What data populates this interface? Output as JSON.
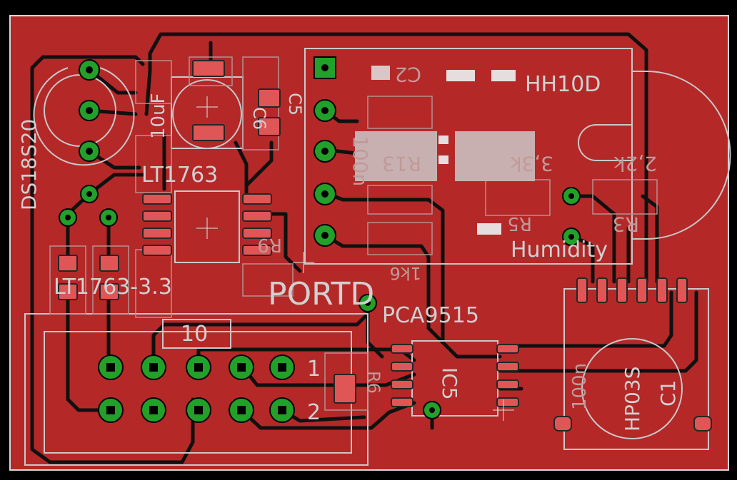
{
  "board": {
    "colors": {
      "background": "#000000",
      "copper_top": "#b42828",
      "silkscreen": "#c8c8c8",
      "pad_green": "#22a02a"
    }
  },
  "labels": {
    "ds18s20": "DS18S20",
    "cap_10uf": "10uF",
    "lt1763": "LT1763",
    "lt1763_33": "LT1763-3.3",
    "c6": "C6",
    "c5": "C5",
    "c2": "C2",
    "hh10d": "HH10D",
    "val_100n": "100n",
    "r13": "R13",
    "val_3k3": "3,3k",
    "val_2k2": "2,2k",
    "r3": "R3",
    "r5": "R5",
    "r9": "R9",
    "humidity": "Humidity",
    "portd": "PORTD",
    "pca9515": "PCA9515",
    "val_1k6": "1k6",
    "ic5": "IC5",
    "pin_10": "10",
    "pin_1": "1",
    "pin_2": "2",
    "r6": "R6",
    "val_100n_b": "100n",
    "hp03s": "HP03S",
    "c1": "C1"
  }
}
